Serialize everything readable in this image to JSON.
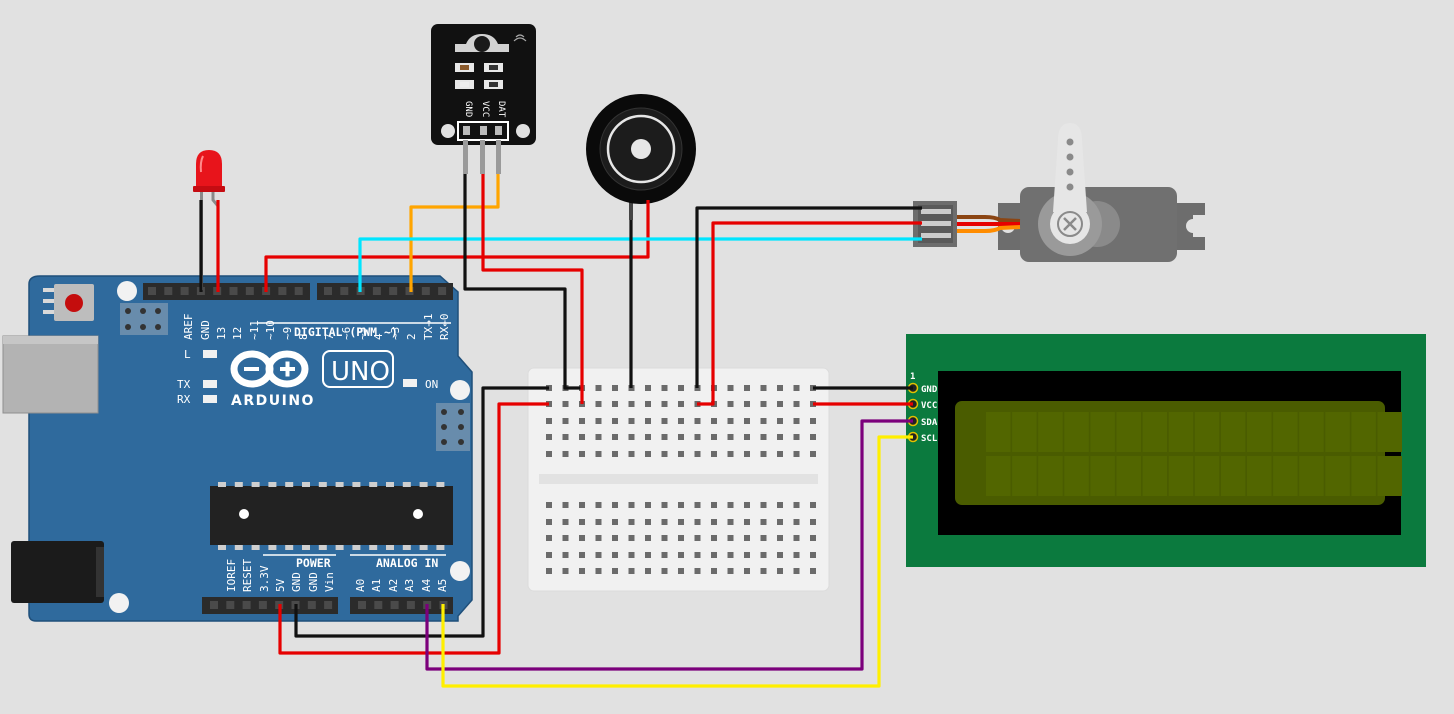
{
  "canvas": {
    "background": "#e1e1e1"
  },
  "colors": {
    "board": "#2f6a9d",
    "board_edge": "#1f4f7a",
    "header": "#2b2b2b",
    "wire_red": "#e60000",
    "wire_black": "#111111",
    "wire_cyan": "#00e5ff",
    "wire_orange": "#ffa500",
    "wire_purple": "#7b007b",
    "wire_yellow": "#ffef00",
    "lcd_pcb": "#0b7a3e",
    "lcd_screen": "#4a5c00",
    "breadboard": "#f1f1f1",
    "led": "#e8141b",
    "servo": "#6d6d6d"
  },
  "arduino": {
    "digital_pins": [
      "AREF",
      "GND",
      "13",
      "12",
      "~11",
      "~10",
      "~9",
      "8",
      "7",
      "~6",
      "~5",
      "4",
      "~3",
      "2",
      "TX→1",
      "RX←0"
    ],
    "digital_label": "DIGITAL (PWM ~)",
    "logo_text": "ARDUINO",
    "model": "UNO",
    "led_labels": {
      "l": "L",
      "tx": "TX",
      "rx": "RX",
      "on": "ON"
    },
    "power_pins": [
      "IOREF",
      "RESET",
      "3.3V",
      "5V",
      "GND",
      "GND",
      "Vin"
    ],
    "power_label": "POWER",
    "analog_pins": [
      "A0",
      "A1",
      "A2",
      "A3",
      "A4",
      "A5"
    ],
    "analog_label": "ANALOG IN"
  },
  "ir_sensor": {
    "pins": [
      "GND",
      "VCC",
      "DAT"
    ]
  },
  "lcd": {
    "pin_one_marker": "1",
    "pins": [
      "GND",
      "VCC",
      "SDA",
      "SCL"
    ],
    "columns": 16,
    "rows": 2
  },
  "components": [
    "led",
    "ir-sensor",
    "buzzer",
    "servo",
    "breadboard",
    "lcd-i2c",
    "arduino-uno"
  ]
}
